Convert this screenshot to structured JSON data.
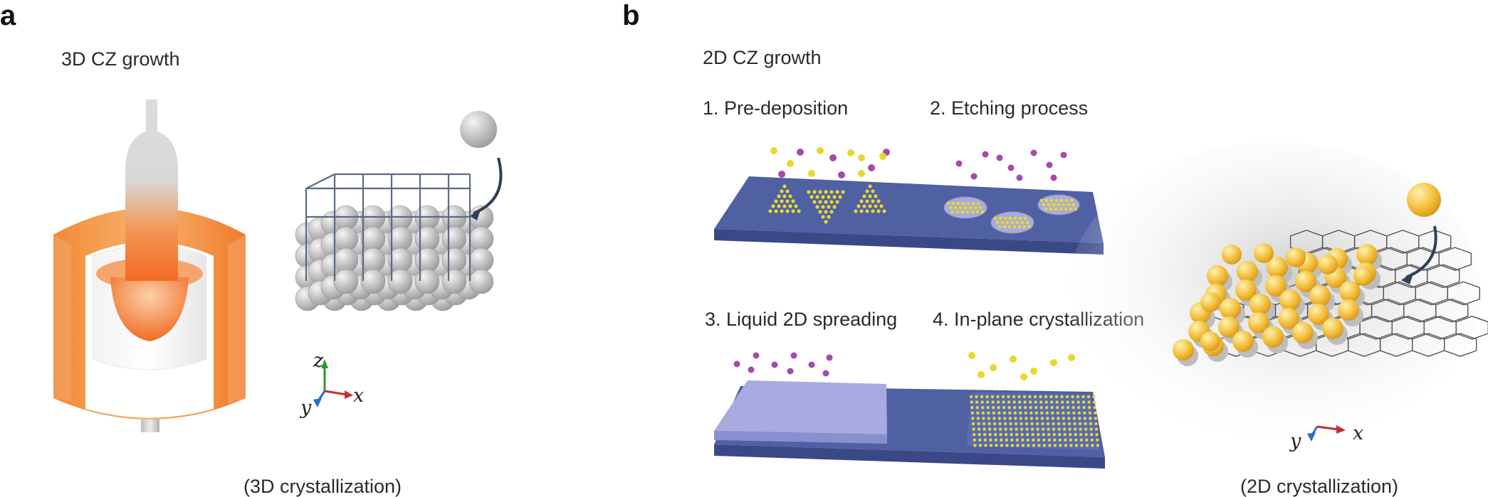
{
  "panel_a": {
    "letter": "a",
    "title": "3D CZ growth",
    "caption": "(3D crystallization)",
    "axes": {
      "z": "z",
      "y": "y",
      "x": "x"
    },
    "colors": {
      "crucible": "#f07a2a",
      "melt": "#f5a06a",
      "atoms": "#c9c9c9",
      "lattice": "#5a6b85",
      "arrow": "#2f4058"
    }
  },
  "panel_b": {
    "letter": "b",
    "title": "2D CZ growth",
    "steps": [
      {
        "label": "1. Pre-deposition"
      },
      {
        "label": "2. Etching process"
      },
      {
        "label": "3. Liquid 2D spreading"
      },
      {
        "label": "4. In-plane crystallization"
      }
    ],
    "caption": "(2D crystallization)",
    "axes": {
      "y": "y",
      "x": "x"
    },
    "colors": {
      "substrate": "#4f60a3",
      "liquid": "#a7abe0",
      "yellow_atoms": "#e8d730",
      "purple_atoms": "#a44aa8",
      "gold_atoms": "#f2b52a"
    }
  }
}
